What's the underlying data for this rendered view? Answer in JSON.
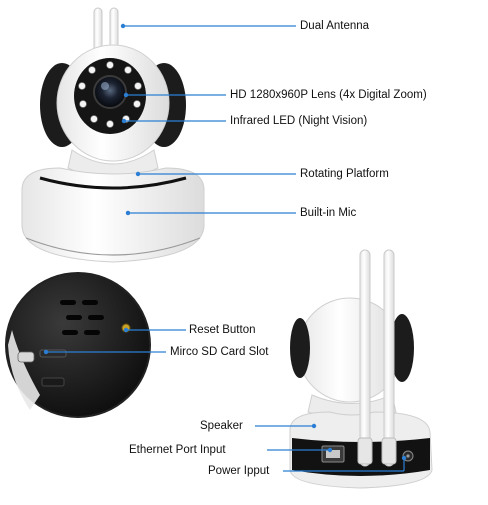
{
  "accent": "#2a7fd4",
  "labels": {
    "dual_antenna": "Dual Antenna",
    "hd_lens": "HD 1280x960P Lens (4x Digital Zoom)",
    "infrared_led": "Infrared LED (Night Vision)",
    "rotating_platform": "Rotating Platform",
    "built_in_mic": "Built-in Mic",
    "reset_button": "Reset Button",
    "micro_sd_slot": "Mirco SD Card Slot",
    "speaker": "Speaker",
    "ethernet_port": "Ethernet Port Input",
    "power_input": "Power Ipput"
  }
}
